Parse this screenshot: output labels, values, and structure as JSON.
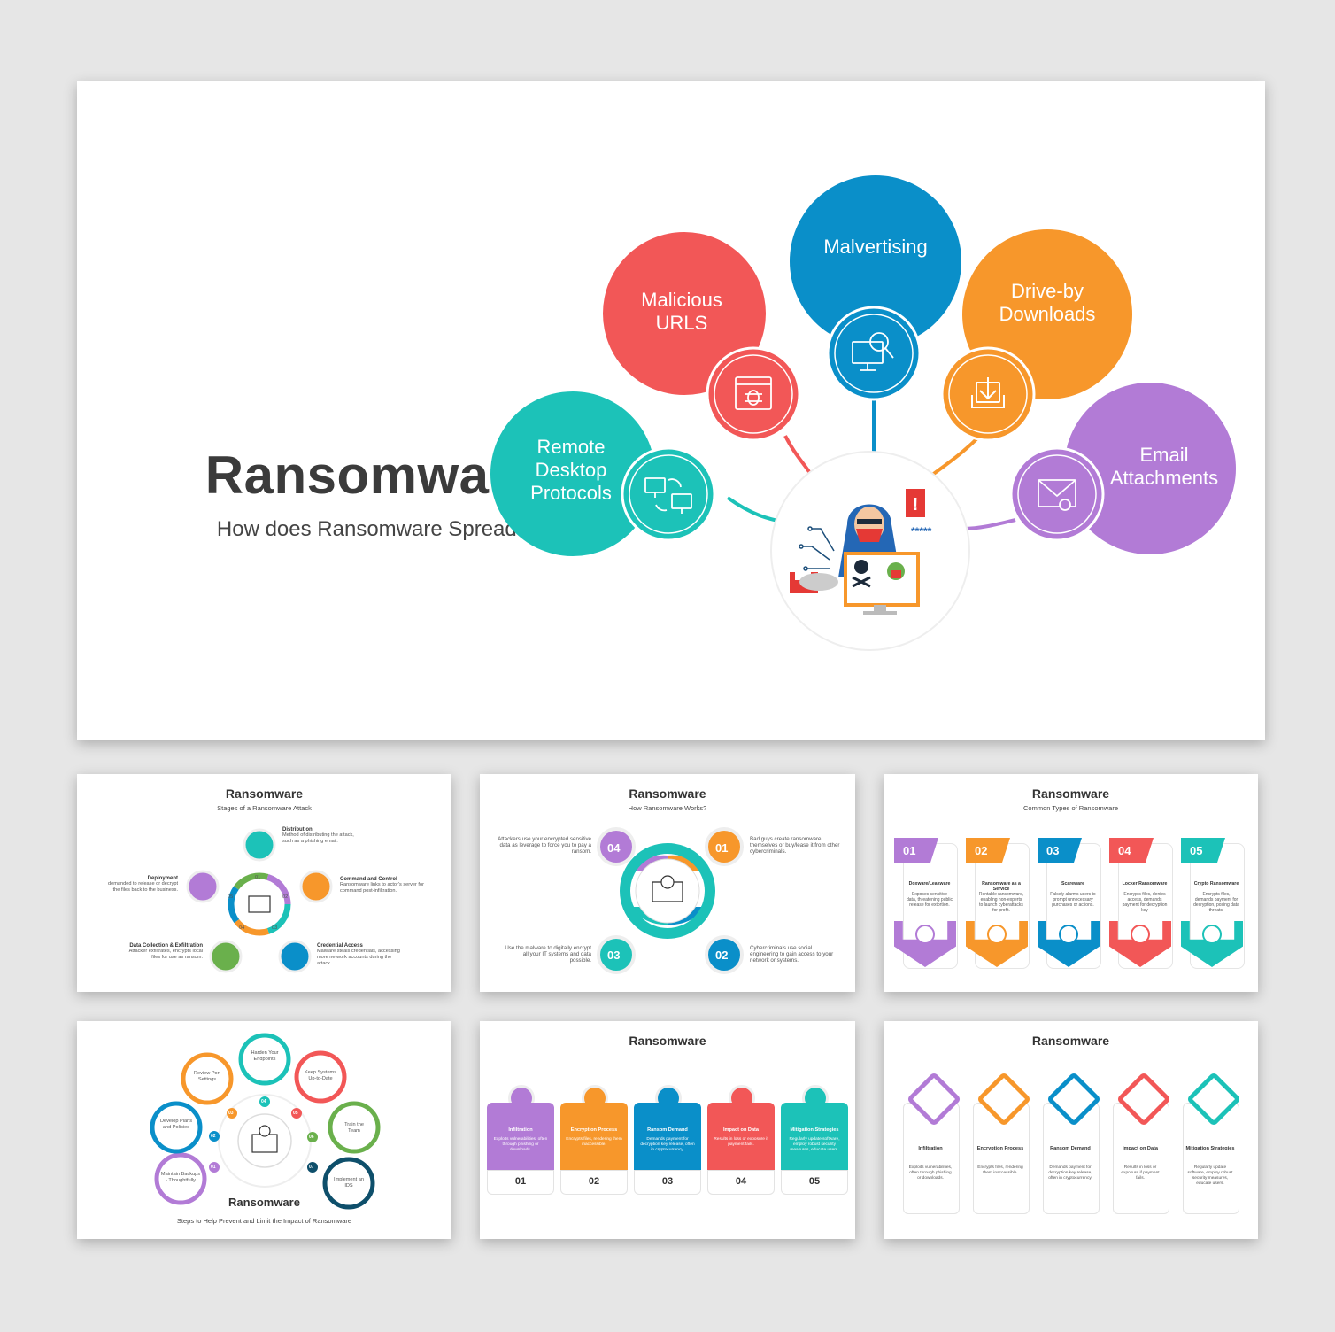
{
  "hero": {
    "title": "Ransomware",
    "subtitle": "How does Ransomware Spread?",
    "bubbles": [
      {
        "label": "Remote Desktop Protocols",
        "color": "#1cc2b8",
        "icon": "remote-desktop-icon"
      },
      {
        "label": "Malicious URLS",
        "color": "#f25757",
        "icon": "bug-browser-icon"
      },
      {
        "label": "Malvertising",
        "color": "#0a8fc9",
        "icon": "malvertising-icon"
      },
      {
        "label": "Drive-by Downloads",
        "color": "#f7972b",
        "icon": "download-icon"
      },
      {
        "label": "Email Attachments",
        "color": "#b27bd6",
        "icon": "email-icon"
      }
    ],
    "center_icon": "hacker-icon"
  },
  "thumb1": {
    "title": "Ransomware",
    "subtitle": "Stages of a Ransomware Attack",
    "stages": [
      {
        "num": "01",
        "name": "Distribution",
        "desc": "Method of distributing the attack, such as a phishing email."
      },
      {
        "num": "02",
        "name": "Command and Control",
        "desc": "Ransomware links to actor's server for command post-infiltration."
      },
      {
        "num": "03",
        "name": "Credential Access",
        "desc": "Malware steals credentials, accessing more network accounts during the attack."
      },
      {
        "num": "04",
        "name": "Data Collection & Exfiltration",
        "desc": "Attacker exfiltrates, encrypts local files for use as ransom."
      },
      {
        "num": "05",
        "name": "Deployment",
        "desc": "demanded to release or decrypt the files back to the business."
      }
    ]
  },
  "thumb2": {
    "title": "Ransomware",
    "subtitle": "How Ransomware Works?",
    "steps": [
      {
        "num": "01",
        "desc": "Bad guys create ransomware themselves or buy/lease it from other cybercriminals."
      },
      {
        "num": "02",
        "desc": "Cybercriminals use social engineering to gain access to your network or systems."
      },
      {
        "num": "03",
        "desc": "Use the malware to digitally encrypt all your IT systems and data possible."
      },
      {
        "num": "04",
        "desc": "Attackers use your encrypted sensitive data as leverage to force you to pay a ransom."
      }
    ]
  },
  "thumb3": {
    "title": "Ransomware",
    "subtitle": "Common Types of Ransomware",
    "types": [
      {
        "num": "01",
        "name": "Doxware/Leakware",
        "desc": "Exposes sensitive data, threatening public release for extortion.",
        "color": "#b27bd6"
      },
      {
        "num": "02",
        "name": "Ransomware as a Service",
        "desc": "Rentable ransomware, enabling non-experts to launch cyberattacks for profit.",
        "color": "#f7972b"
      },
      {
        "num": "03",
        "name": "Scareware",
        "desc": "Falsely alarms users to prompt unnecessary purchases or actions.",
        "color": "#0a8fc9"
      },
      {
        "num": "04",
        "name": "Locker Ransomware",
        "desc": "Encrypts files, denies access, demands payment for decryption key",
        "color": "#f25757"
      },
      {
        "num": "05",
        "name": "Crypto Ransomware",
        "desc": "Encrypts files, demands payment for decryption, posing data threats.",
        "color": "#1cc2b8"
      }
    ]
  },
  "thumb4": {
    "title": "Ransomware",
    "subtitle": "Steps to Help Prevent and Limit the Impact of Ransomware",
    "items": [
      {
        "num": "01",
        "label": "Maintain Backups - Thoughtfully",
        "color": "#b27bd6"
      },
      {
        "num": "02",
        "label": "Develop Plans and Policies",
        "color": "#0a8fc9"
      },
      {
        "num": "03",
        "label": "Review Port Settings",
        "color": "#f7972b"
      },
      {
        "num": "04",
        "label": "Harden Your Endpoints",
        "color": "#1cc2b8"
      },
      {
        "num": "05",
        "label": "Keep Systems Up-to-Date",
        "color": "#f25757"
      },
      {
        "num": "06",
        "label": "Train the Team",
        "color": "#6ab04c"
      },
      {
        "num": "07",
        "label": "Implement an IDS",
        "color": "#0e4f6b"
      }
    ]
  },
  "thumb5": {
    "title": "Ransomware",
    "cols": [
      {
        "num": "01",
        "name": "Infiltration",
        "desc": "Exploits vulnerabilities, often through phishing or downloads.",
        "color": "#b27bd6"
      },
      {
        "num": "02",
        "name": "Encryption Process",
        "desc": "Encrypts files, rendering them inaccessible.",
        "color": "#f7972b"
      },
      {
        "num": "03",
        "name": "Ransom Demand",
        "desc": "Demands payment for decryption key release, often in cryptocurrency.",
        "color": "#0a8fc9"
      },
      {
        "num": "04",
        "name": "Impact on Data",
        "desc": "Results in loss or exposure if payment fails.",
        "color": "#f25757"
      },
      {
        "num": "05",
        "name": "Mitigation Strategies",
        "desc": "Regularly update software, employ robust security measures, educate users.",
        "color": "#1cc2b8"
      }
    ]
  },
  "thumb6": {
    "title": "Ransomware",
    "cols": [
      {
        "name": "Infiltration",
        "desc": "Exploits vulnerabilities, often through phishing or downloads.",
        "color": "#b27bd6"
      },
      {
        "name": "Encryption Process",
        "desc": "Encrypts files, rendering them inaccessible.",
        "color": "#f7972b"
      },
      {
        "name": "Ransom Demand",
        "desc": "Demands payment for decryption key release, often in cryptocurrency.",
        "color": "#0a8fc9"
      },
      {
        "name": "Impact on Data",
        "desc": "Results in loss or exposure if payment fails.",
        "color": "#f25757"
      },
      {
        "name": "Mitigation Strategies",
        "desc": "Regularly update software, employ robust security measures, educate users.",
        "color": "#1cc2b8"
      }
    ]
  }
}
